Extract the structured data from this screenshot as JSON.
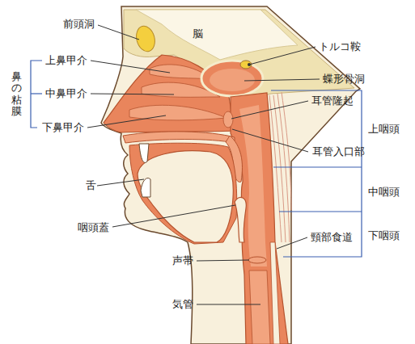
{
  "diagram": {
    "labels": [
      "前頭洞",
      "脳",
      "トルコ鞍",
      "蝶形骨洞",
      "鼻の粘膜",
      "上鼻甲介",
      "中鼻甲介",
      "下鼻甲介",
      "耳管隆起",
      "上咽頭",
      "耳管入口部",
      "舌",
      "中咽頭",
      "咽頭蓋",
      "頸部食道",
      "下咽頭",
      "声帯",
      "気管"
    ]
  }
}
